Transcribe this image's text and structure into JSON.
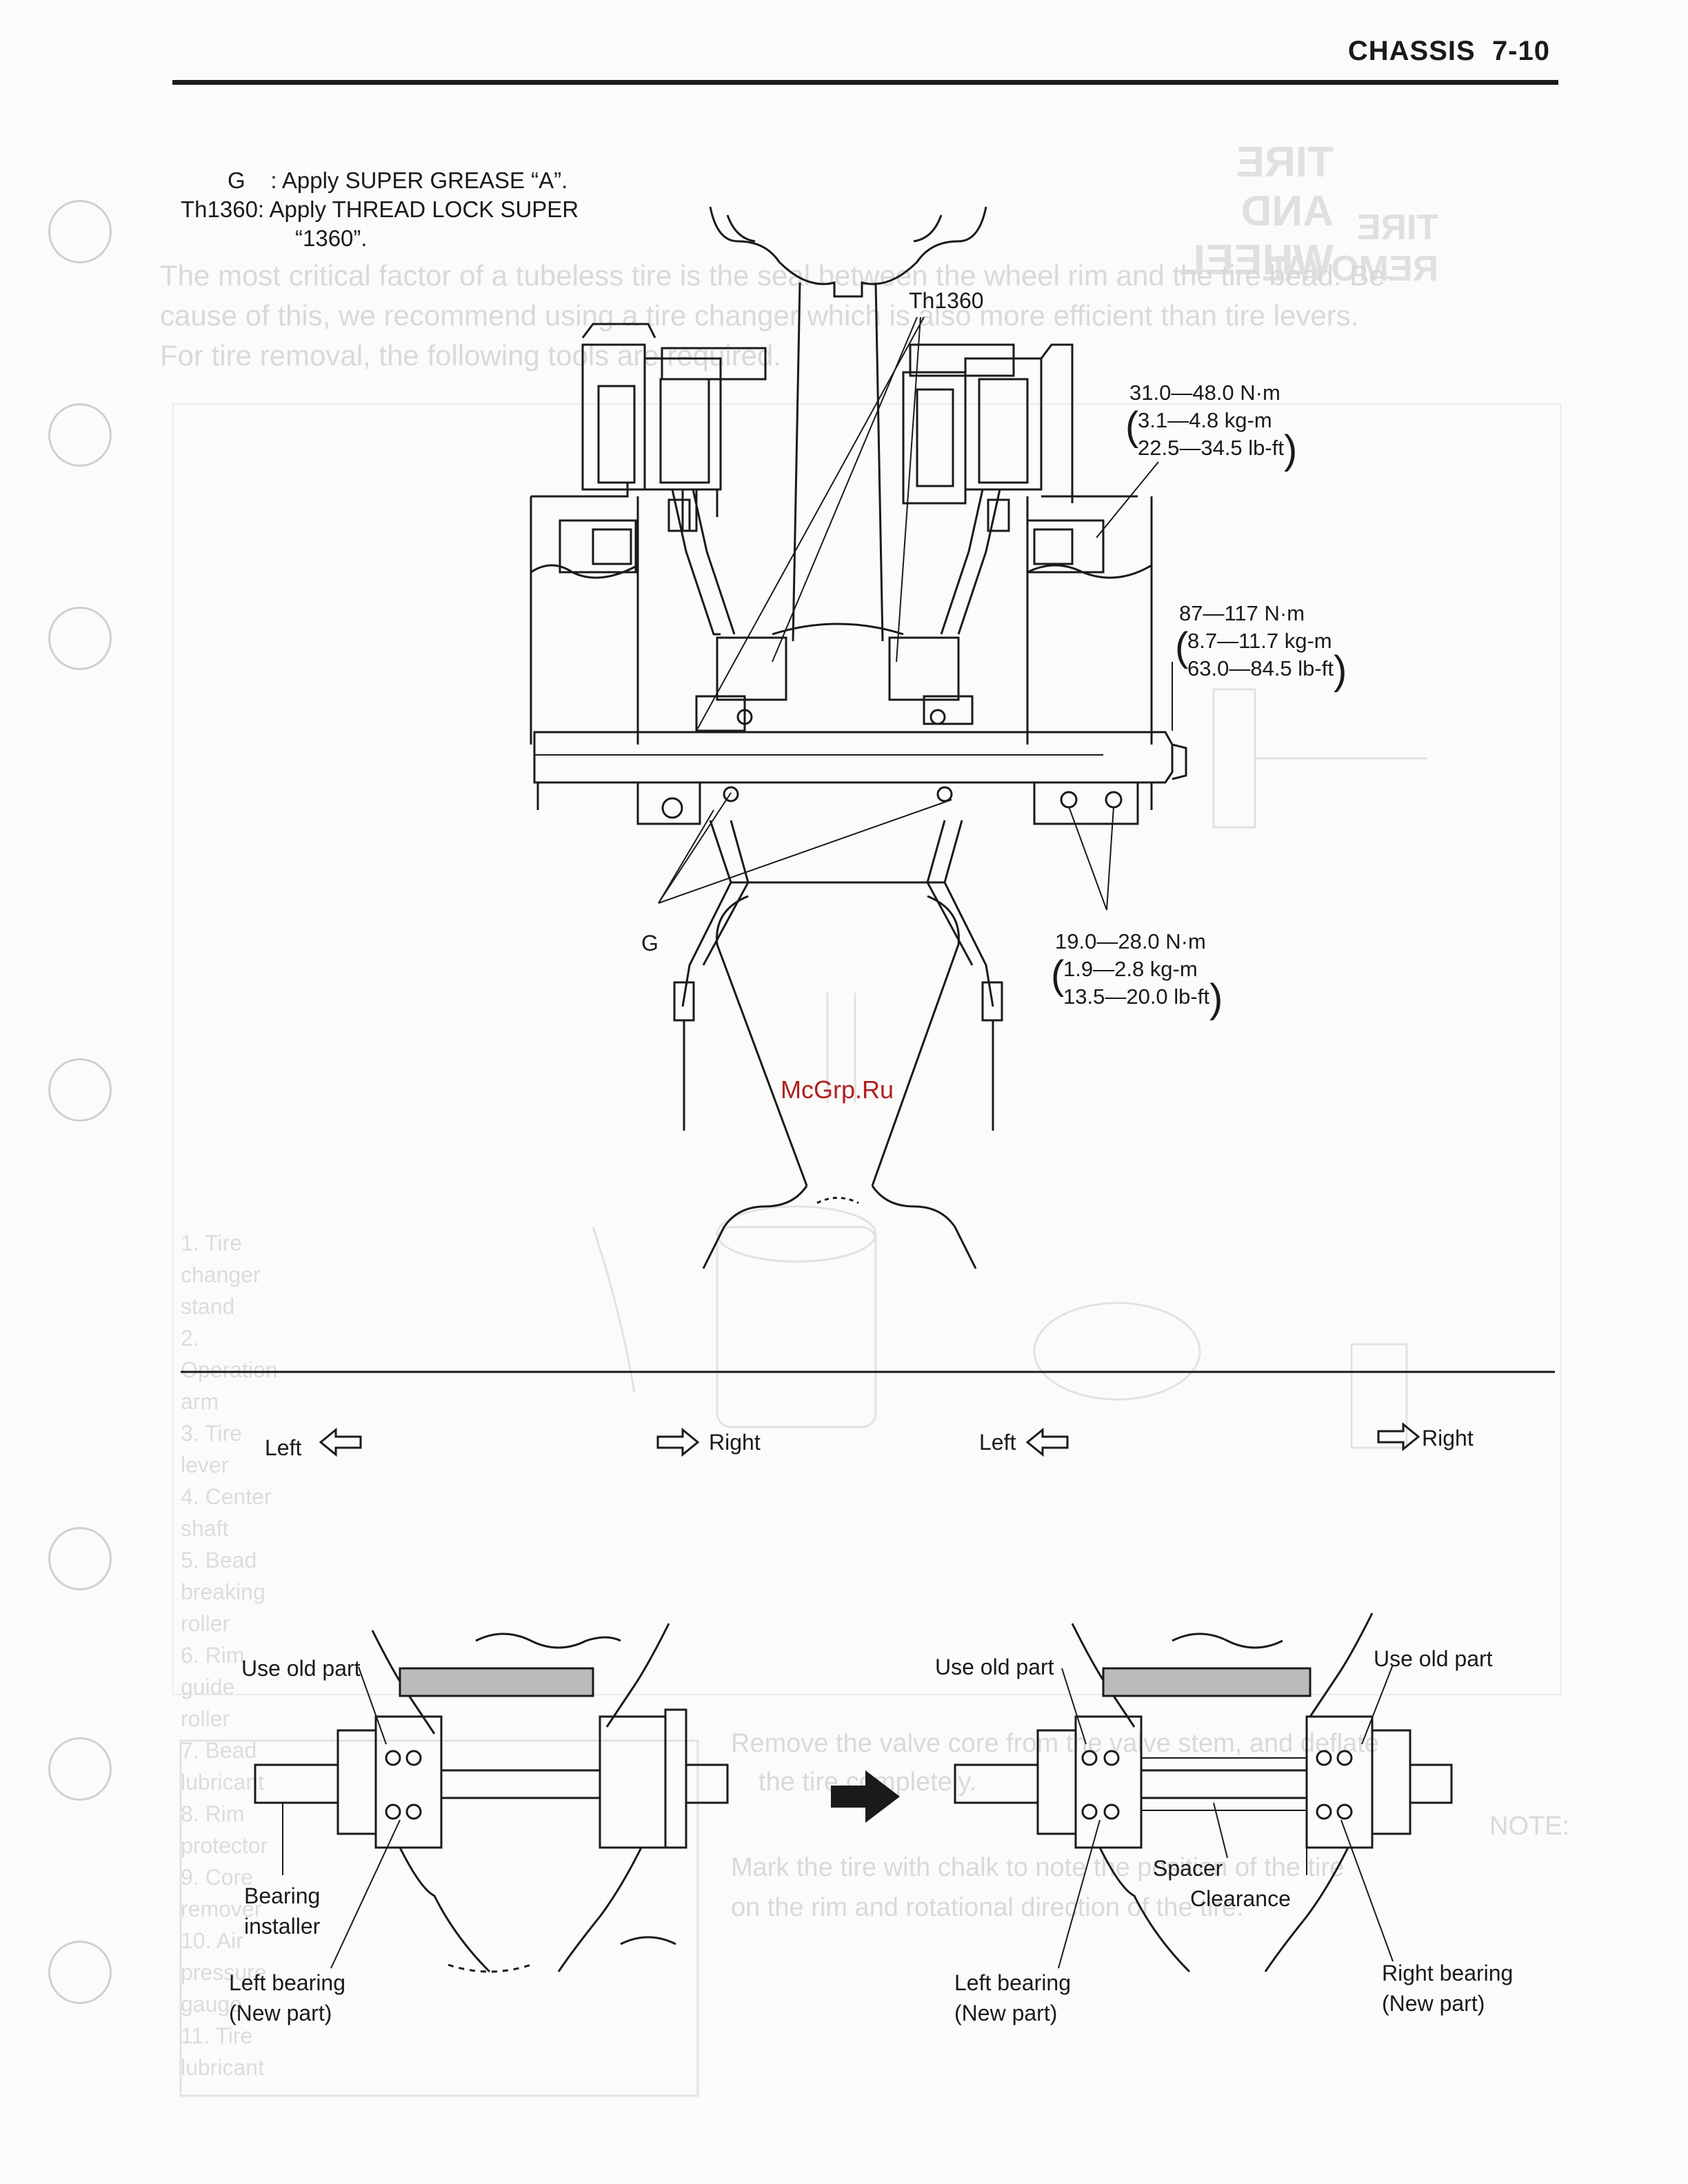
{
  "header": {
    "section": "CHASSIS",
    "page": "7-10"
  },
  "legend": {
    "g_key": "G",
    "g_text": ": Apply SUPER GREASE “A”.",
    "th_key": "Th1360:",
    "th_text": "Apply THREAD LOCK SUPER",
    "th_text2": "“1360”."
  },
  "callouts": {
    "th1360": "Th1360",
    "g": "G",
    "torque1": [
      "31.0—48.0 N·m",
      "3.1—4.8 kg-m",
      "22.5—34.5 lb-ft"
    ],
    "torque2": [
      "87—117 N·m",
      "8.7—11.7 kg-m",
      "63.0—84.5 lb-ft"
    ],
    "torque3": [
      "19.0—28.0 N·m",
      "1.9—2.8 kg-m",
      "13.5—20.0 lb-ft"
    ]
  },
  "watermark": "McGrp.Ru",
  "direction": {
    "left1": "Left",
    "right1": "Right",
    "left2": "Left",
    "right2": "Right"
  },
  "bottom_left": {
    "use_old_part": "Use old part",
    "bearing_installer": [
      "Bearing",
      "installer"
    ],
    "left_bearing": [
      "Left bearing",
      "(New part)"
    ]
  },
  "bottom_right": {
    "use_old_part_l": "Use old part",
    "use_old_part_r": "Use old part",
    "spacer": "Spacer",
    "clearance": "Clearance",
    "left_bearing": [
      "Left bearing",
      "(New part)"
    ],
    "right_bearing": [
      "Right bearing",
      "(New part)"
    ]
  },
  "showthrough": {
    "title": "TIRE AND WHEEL",
    "subtitle": "TIRE REMOVAL",
    "para": [
      "The most critical factor of a tubeless tire is the seal between the wheel rim and the tire bead. Be-",
      "cause of this, we recommend using a tire changer which is also more efficient than tire levers.",
      "For tire removal, the following tools are required."
    ],
    "tools": [
      "1. Tire changer stand",
      "2. Operation arm",
      "3. Tire lever",
      "4. Center shaft",
      "5. Bead breaking roller",
      "6. Rim guide roller",
      "7. Bead lubricant",
      "8. Rim protector",
      "9. Core remover",
      "10. Air pressure gauge",
      "11. Tire lubricant"
    ],
    "note_bullet": "Remove the valve core from the valve stem, and deflate",
    "note_bullet2": "the tire completely.",
    "note_label": "NOTE:",
    "note_text": "Mark the tire with chalk to note the position of the tire",
    "note_text2": "on the rim and rotational direction of the tire."
  }
}
